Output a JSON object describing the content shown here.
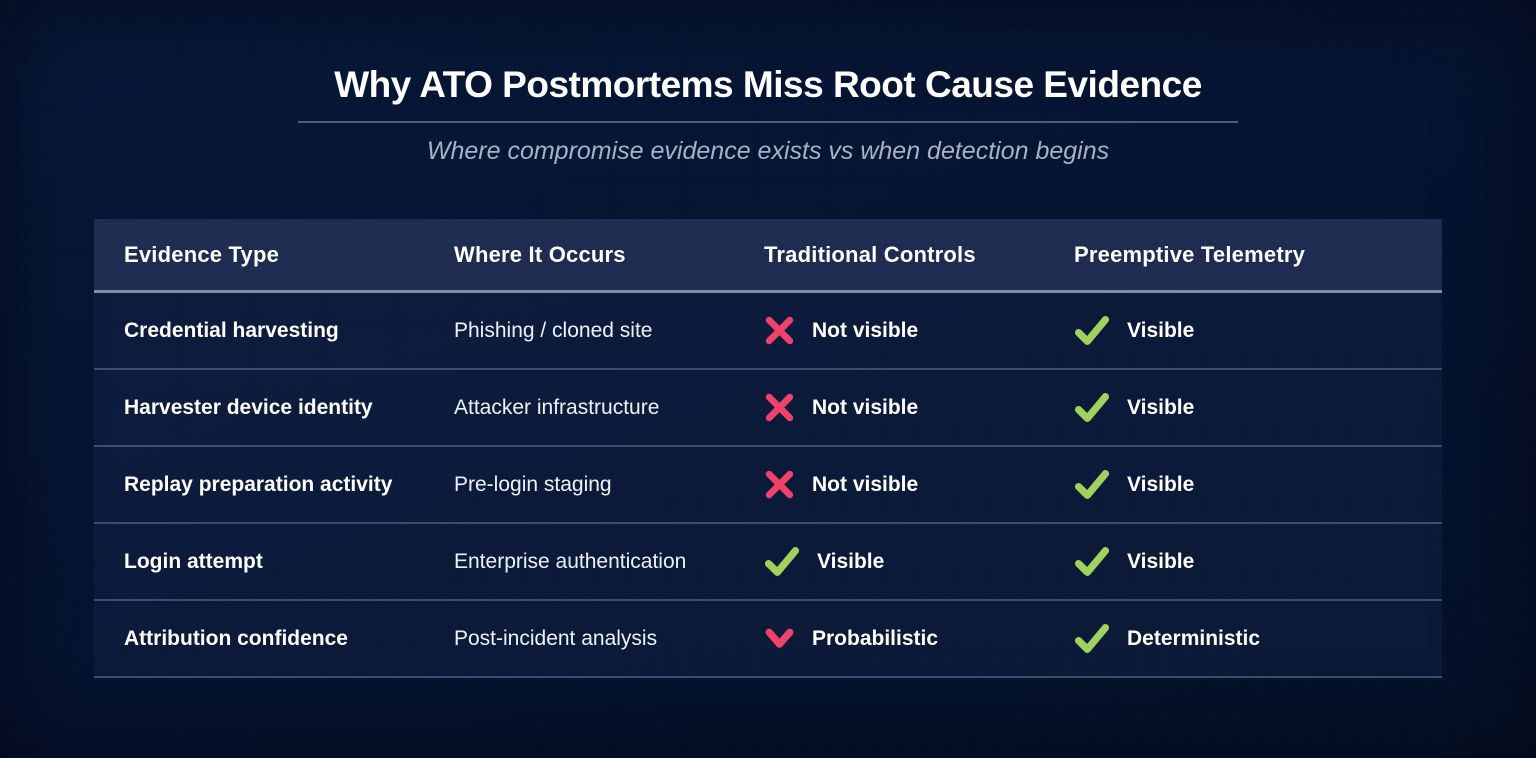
{
  "page": {
    "title": "Why ATO Postmortems Miss Root Cause Evidence",
    "subtitle": "Where compromise evidence exists vs when detection begins"
  },
  "table": {
    "headers": {
      "evidence_type": "Evidence Type",
      "where_it_occurs": "Where It Occurs",
      "traditional_controls": "Traditional Controls",
      "preemptive_telemetry": "Preemptive Telemetry"
    },
    "rows": [
      {
        "evidence_type": "Credential harvesting",
        "where_it_occurs": "Phishing / cloned site",
        "traditional_controls": {
          "icon": "cross-icon",
          "label": "Not visible"
        },
        "preemptive_telemetry": {
          "icon": "check-icon",
          "label": "Visible"
        }
      },
      {
        "evidence_type": "Harvester device identity",
        "where_it_occurs": "Attacker infrastructure",
        "traditional_controls": {
          "icon": "cross-icon",
          "label": "Not visible"
        },
        "preemptive_telemetry": {
          "icon": "check-icon",
          "label": "Visible"
        }
      },
      {
        "evidence_type": "Replay preparation activity",
        "where_it_occurs": "Pre-login staging",
        "traditional_controls": {
          "icon": "cross-icon",
          "label": "Not visible"
        },
        "preemptive_telemetry": {
          "icon": "check-icon",
          "label": "Visible"
        }
      },
      {
        "evidence_type": "Login attempt",
        "where_it_occurs": "Enterprise authentication",
        "traditional_controls": {
          "icon": "check-icon",
          "label": "Visible"
        },
        "preemptive_telemetry": {
          "icon": "check-icon",
          "label": "Visible"
        }
      },
      {
        "evidence_type": "Attribution confidence",
        "where_it_occurs": "Post-incident analysis",
        "traditional_controls": {
          "icon": "chevron-down-icon",
          "label": "Probabilistic"
        },
        "preemptive_telemetry": {
          "icon": "check-icon",
          "label": "Deterministic"
        }
      }
    ]
  },
  "colors": {
    "background": "#061330",
    "header_band": "#1f2c51",
    "cross": "#ef426b",
    "check": "#9fd35e",
    "chevron": "#ef426b",
    "row_divider": "#7d8caf",
    "title_divider": "#4d5b7a",
    "subtitle_text": "#a7b1c6"
  },
  "chart_data": {
    "type": "table",
    "title": "Why ATO Postmortems Miss Root Cause Evidence",
    "subtitle": "Where compromise evidence exists vs when detection begins",
    "columns": [
      "Evidence Type",
      "Where It Occurs",
      "Traditional Controls",
      "Preemptive Telemetry"
    ],
    "rows": [
      [
        "Credential harvesting",
        "Phishing / cloned site",
        "✗ Not visible",
        "✓ Visible"
      ],
      [
        "Harvester device identity",
        "Attacker infrastructure",
        "✗ Not visible",
        "✓ Visible"
      ],
      [
        "Replay preparation activity",
        "Pre-login staging",
        "✗ Not visible",
        "✓ Visible"
      ],
      [
        "Login attempt",
        "Enterprise authentication",
        "✓ Visible",
        "✓ Visible"
      ],
      [
        "Attribution confidence",
        "Post-incident analysis",
        "▾ Probabilistic",
        "✓ Deterministic"
      ]
    ],
    "legend_position": "none",
    "grid": "horizontal-dividers"
  }
}
